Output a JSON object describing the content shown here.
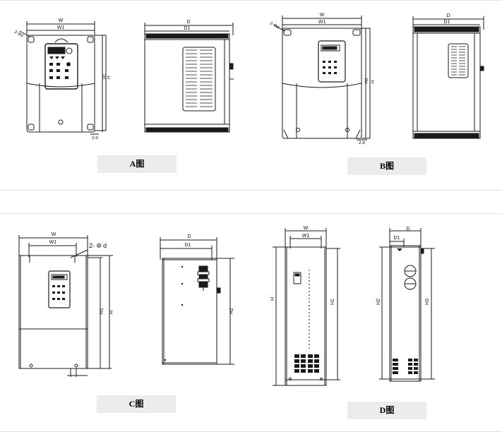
{
  "figures": {
    "a": {
      "caption": "A图",
      "w": "W",
      "w1": "W1",
      "d": "D",
      "d1": "D1",
      "h": "H",
      "h1": "H1",
      "hole": "2-d",
      "hole_dia": "2-Φd"
    },
    "b": {
      "caption": "B图",
      "w": "W",
      "w1": "W1",
      "d": "D",
      "d1": "D1",
      "h": "H",
      "h1": "H1",
      "hole": "2-d",
      "hole_dia": "2-Φd"
    },
    "c": {
      "caption": "C图",
      "w": "W",
      "w1": "W1",
      "d": "D",
      "d1": "D1",
      "h": "H",
      "h1": "H1",
      "h2": "H2",
      "hole_dia": "2- Φ d"
    },
    "d": {
      "caption": "D图",
      "w": "W",
      "w1": "W1",
      "d": "D",
      "d1": "D1",
      "h": "H",
      "h1": "H1",
      "h2": "H2",
      "h3": "H3"
    }
  },
  "colors": {
    "line": "#1a1a1a",
    "caption_bg": "#ececec",
    "divider": "#e2e2e2"
  }
}
